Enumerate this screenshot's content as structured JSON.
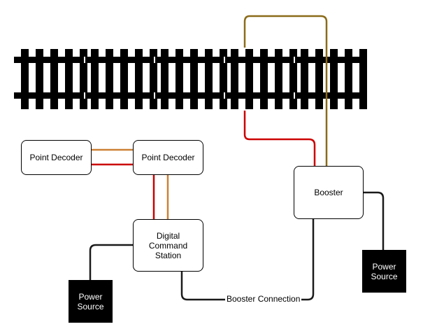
{
  "nodes": {
    "point_decoder_1": "Point Decoder",
    "point_decoder_2": "Point Decoder",
    "dcs_line1": "Digital",
    "dcs_line2": "Command",
    "dcs_line3": "Station",
    "booster": "Booster",
    "power_left_line1": "Power",
    "power_left_line2": "Source",
    "power_right_line1": "Power",
    "power_right_line2": "Source"
  },
  "edges": {
    "booster_connection": "Booster Connection"
  },
  "colors": {
    "rail": "#000000",
    "red_wire": "#cc0000",
    "orange_wire": "#cc8033",
    "brown_wire": "#8b6b1a",
    "black_wire": "#1a1a1a"
  }
}
